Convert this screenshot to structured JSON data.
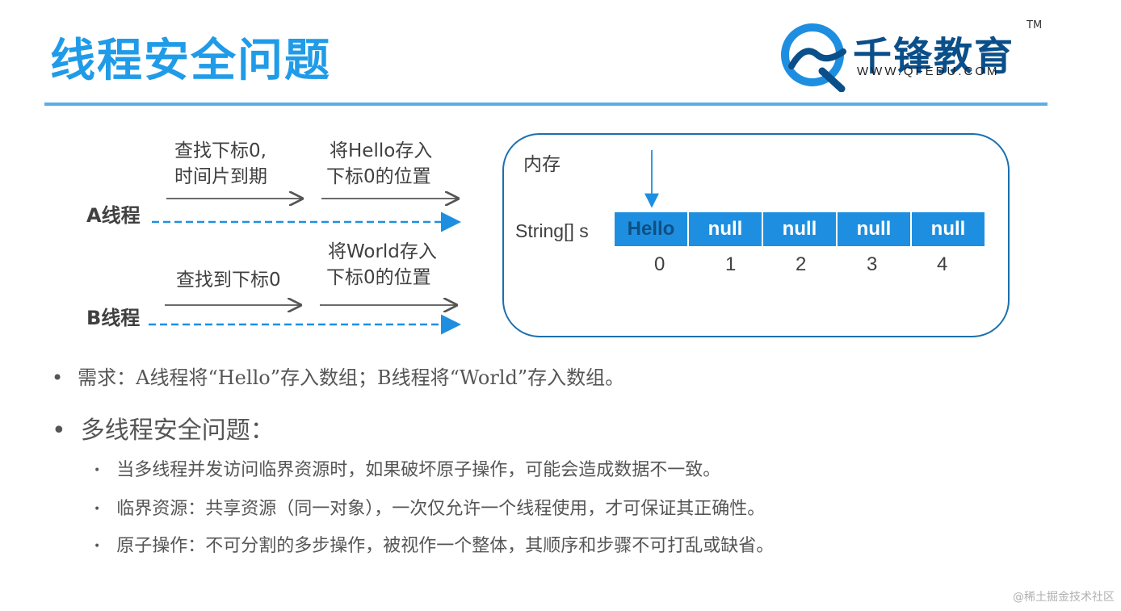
{
  "header": {
    "title": "线程安全问题"
  },
  "logo": {
    "name": "千锋教育",
    "tm": "TM",
    "url": "WWW.QFEDU.COM"
  },
  "diagram": {
    "thread_a": {
      "name": "A线程",
      "step1": [
        "查找下标0,",
        "时间片到期"
      ],
      "step2": [
        "将Hello存入",
        "下标0的位置"
      ]
    },
    "thread_b": {
      "name": "B线程",
      "step1": [
        "查找到下标0"
      ],
      "step2": [
        "将World存入",
        "下标0的位置"
      ]
    },
    "memory": {
      "label": "内存",
      "array_label": "String[] s",
      "cells": [
        "Hello",
        "null",
        "null",
        "null",
        "null"
      ],
      "indices": [
        "0",
        "1",
        "2",
        "3",
        "4"
      ]
    }
  },
  "bullets": {
    "b1": "需求：A线程将“Hello”存入数组；B线程将“World”存入数组。",
    "b2": "多线程安全问题：",
    "subs": [
      "当多线程并发访问临界资源时，如果破坏原子操作，可能会造成数据不一致。",
      "临界资源：共享资源（同一对象），一次仅允许一个线程使用，才可保证其正确性。",
      "原子操作：不可分割的多步操作，被视作一个整体，其顺序和步骤不可打乱或缺省。"
    ],
    "dot": "•"
  },
  "watermark": "@稀土掘金技术社区",
  "colors": {
    "accent": "#1f9be8",
    "cell": "#1e8fe0",
    "box_border": "#1a6fb0"
  }
}
